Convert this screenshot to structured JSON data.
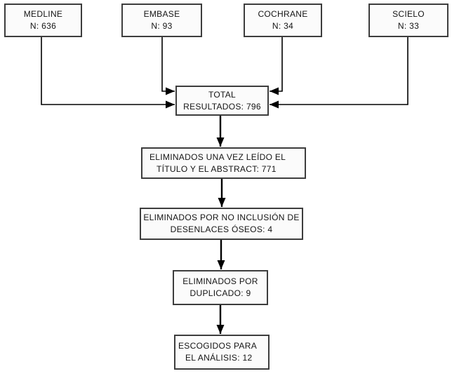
{
  "diagram": {
    "type": "flowchart",
    "colors": {
      "box_border": "#3d3d3d",
      "box_fill": "#fbfbfb",
      "line": "#000000",
      "text": "#141414",
      "background": "#ffffff"
    },
    "sources": [
      {
        "name": "MEDLINE",
        "count": "N: 636"
      },
      {
        "name": "EMBASE",
        "count": "N: 93"
      },
      {
        "name": "COCHRANE",
        "count": "N: 34"
      },
      {
        "name": "SCIELO",
        "count": "N: 33"
      }
    ],
    "total": {
      "line1": "TOTAL",
      "line2": "RESULTADOS: 796"
    },
    "steps": [
      {
        "line1": "ELIMINADOS UNA VEZ LEÍDO EL",
        "line2": "TÍTULO Y EL ABSTRACT: 771"
      },
      {
        "line1": "ELIMINADOS POR NO INCLUSIÓN DE",
        "line2": "DESENLACES ÓSEOS: 4"
      },
      {
        "line1": "ELIMINADOS POR",
        "line2": "DUPLICADO: 9"
      },
      {
        "line1": "ESCOGIDOS PARA",
        "line2": "EL ANÁLISIS: 12"
      }
    ]
  }
}
